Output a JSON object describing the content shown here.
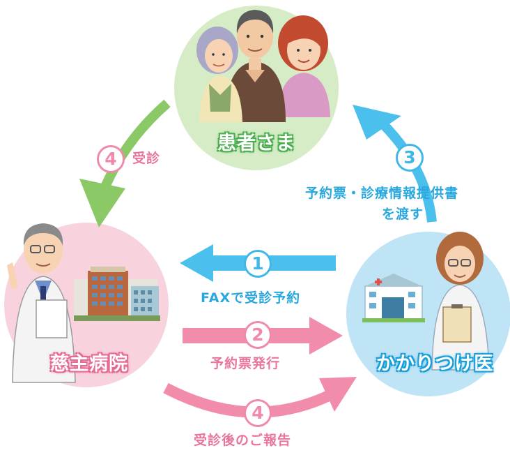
{
  "nodes": {
    "patient": "患者さま",
    "hospital": "慈主病院",
    "clinic": "かかりつけ医"
  },
  "steps": {
    "s1": {
      "num": "1",
      "text": "FAXで受診予約"
    },
    "s2": {
      "num": "2",
      "text": "予約票発行"
    },
    "s3": {
      "num": "3",
      "line1": "予約票・診療情報提供書",
      "line2": "を渡す"
    },
    "s4_visit": {
      "num": "4",
      "text": "受診"
    },
    "s4_report": {
      "num": "4",
      "text": "受診後のご報告"
    }
  },
  "colors": {
    "patient_circle": "#d6ecc6",
    "hospital_circle": "#f8d3de",
    "clinic_circle": "#bfe4f5",
    "green_arrow": "#8bc966",
    "pink_arrow": "#f28cab",
    "blue_arrow": "#4cc0ec"
  }
}
